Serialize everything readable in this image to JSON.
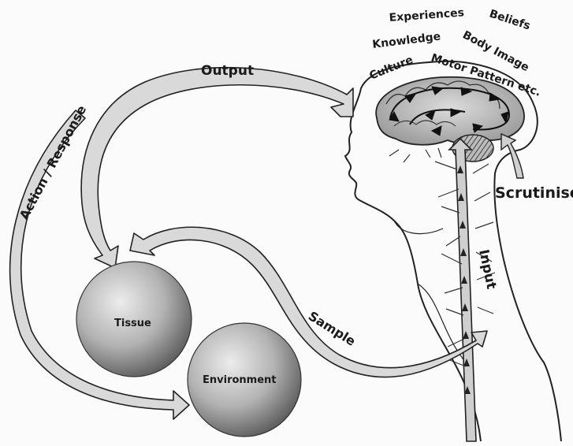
{
  "diagram": {
    "labels": {
      "output": "Output",
      "action_response": "Action / Response",
      "tissue": "Tissue",
      "environment": "Environment",
      "sample": "Sample",
      "input": "Input",
      "scrutinise": "Scrutinise"
    },
    "brain_words": {
      "experiences": "Experiences",
      "beliefs": "Beliefs",
      "knowledge": "Knowledge",
      "body_image": "Body Image",
      "culture": "Culture",
      "motor_pattern": "Motor Pattern etc."
    },
    "colors": {
      "background": "#fbfbfb",
      "arrow_fill": "#d9d9d9",
      "outline": "#222222",
      "sphere_light": "#e6e6e6",
      "sphere_dark": "#6e6e6e"
    }
  }
}
